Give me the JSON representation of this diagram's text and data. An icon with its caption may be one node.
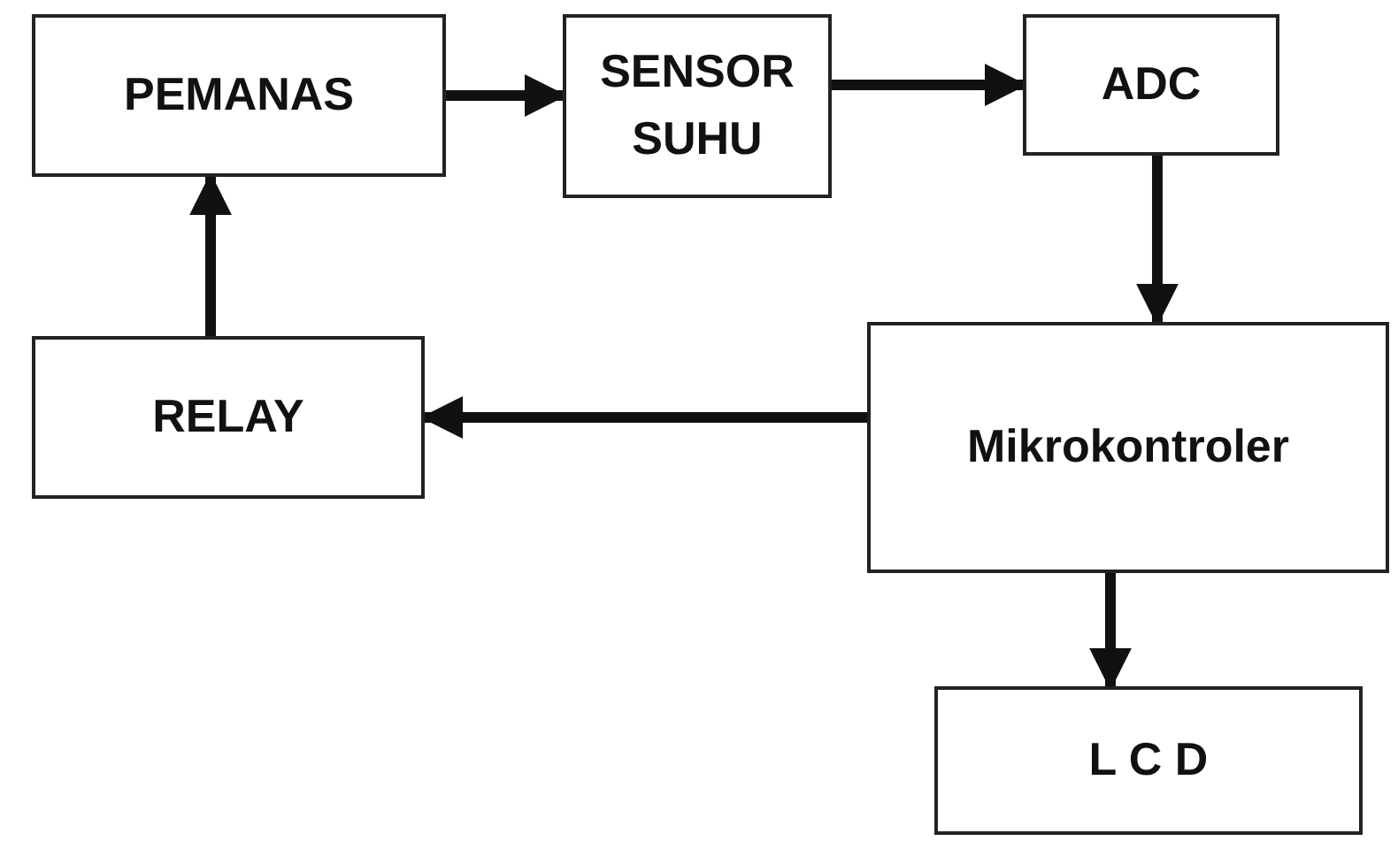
{
  "diagram": {
    "nodes": [
      {
        "text": [
          "PEMANAS"
        ]
      },
      {
        "text": [
          "SENSOR SUHU"
        ]
      },
      {
        "text": [
          "ADC"
        ]
      },
      {
        "text": [
          "RELAY"
        ]
      },
      {
        "text": [
          "Mikrokontroler"
        ]
      },
      {
        "text": [
          "L C D"
        ]
      }
    ],
    "edges": [
      {
        "from": 0,
        "to": 1,
        "arrow": "to"
      },
      {
        "from": 1,
        "to": 2,
        "arrow": "to"
      },
      {
        "from": 2,
        "to": 4,
        "arrow": "to"
      },
      {
        "from": 4,
        "to": 3,
        "arrow": "to"
      },
      {
        "from": 3,
        "to": 0,
        "arrow": "to"
      },
      {
        "from": 4,
        "to": 5,
        "arrow": "to"
      }
    ]
  }
}
